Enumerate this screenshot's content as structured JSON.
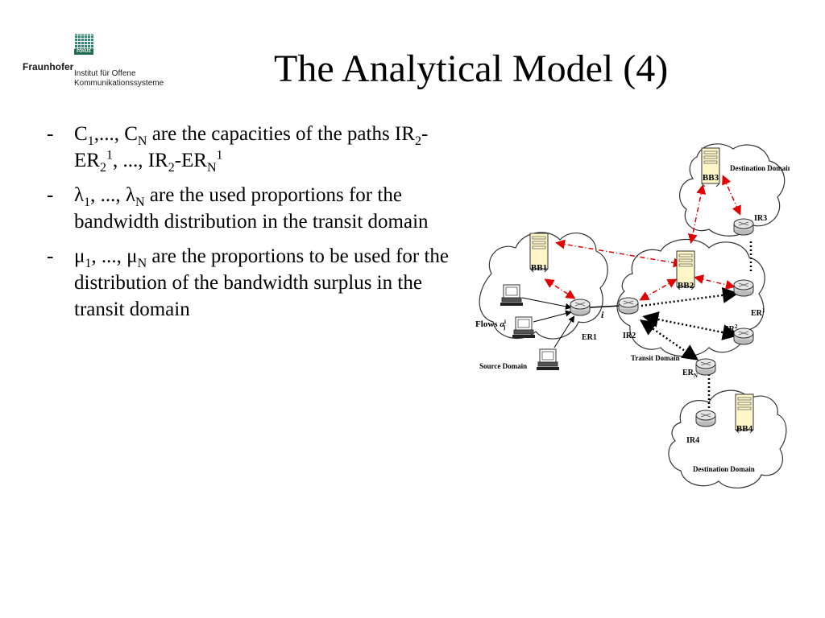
{
  "logo": {
    "badge": "FOKUS",
    "name": "Fraunhofer",
    "line1": "Institut für Offene",
    "line2": "Kommunikationssysteme"
  },
  "title": "The Analytical Model (4)",
  "bullets": [
    {
      "dash": "-",
      "t1": "C",
      "s1": "1",
      "t2": ",..., C",
      "s2": "N",
      "t3": " are the capacities of the paths IR",
      "s3": "2",
      "t4": "-ER",
      "s4": "2",
      "p4": "1",
      "t5": ", ..., IR",
      "s5": "2",
      "t6": "-ER",
      "s6": "N",
      "p6": "1"
    },
    {
      "dash": "-",
      "t1": "λ",
      "s1": "1",
      "t2": ", ..., λ",
      "s2": "N",
      "t3": "  are the used proportions for the bandwidth distribution in the transit domain"
    },
    {
      "dash": "-",
      "t1": "μ",
      "s1": "1",
      "t2": ", ..., μ",
      "s2": "N",
      "t3": "  are the proportions to be used for the distribution of the bandwidth surplus in the transit domain"
    }
  ],
  "diagram": {
    "bb1": "BB1",
    "bb2": "BB2",
    "bb3": "BB3",
    "bb4": "BB4",
    "er1": "ER1",
    "ir2": "IR2",
    "ir3": "IR3",
    "ir4": "IR4",
    "era": "ER",
    "era_sup": "1",
    "erb": "ER",
    "erb_sup": "2",
    "ern": "ER",
    "ern_sub": "N",
    "flows": "Flows",
    "flows_sym": "a",
    "flows_sup": "i",
    "flows_sub": "j",
    "i_label": "i",
    "source_domain": "Source Domain",
    "transit_domain": "Transit Domain",
    "dest_domain_top": "Destination Domain",
    "dest_domain_bottom": "Destination Domain",
    "colors": {
      "red_link": "#e00000",
      "server": "#fff6c8",
      "cloud": "#ffffff"
    }
  }
}
